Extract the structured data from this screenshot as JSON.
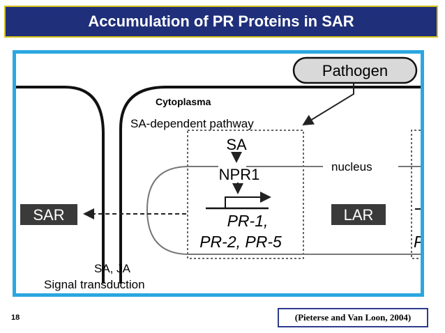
{
  "slide": {
    "title": "Accumulation of PR Proteins in SAR",
    "page_number": "18",
    "citation": "(Pieterse and Van Loon, 2004)"
  },
  "diagram": {
    "pathogen": "Pathogen",
    "cytoplasma": "Cytoplasma",
    "pathway": "SA-dependent pathway",
    "sa": "SA",
    "npr1": "NPR1",
    "pr_line1": "PR-1,",
    "pr_line2": "PR-2, PR-5",
    "nucleus": "nucleus",
    "sar": "SAR",
    "lar": "LAR",
    "right_fragment": "P",
    "sa_ja": "SA, JA",
    "signal": "Signal transduction"
  },
  "colors": {
    "title_bg": "#1f2f7a",
    "title_border": "#d6c21a",
    "frame_border": "#2ba7e0",
    "box_dark": "#3a3a3a",
    "pathogen_fill": "#d9d9d9"
  }
}
